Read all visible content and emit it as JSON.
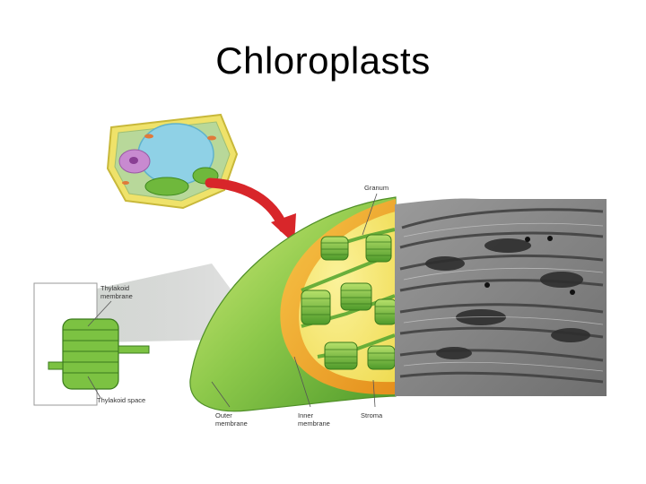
{
  "slide": {
    "title": "Chloroplasts"
  },
  "labels": {
    "granum": "Granum",
    "thylakoid_membrane_1": "Thylakoid",
    "thylakoid_membrane_2": "membrane",
    "thylakoid_space": "Thylakoid space",
    "outer_membrane_1": "Outer",
    "outer_membrane_2": "membrane",
    "inner_membrane_1": "Inner",
    "inner_membrane_2": "membrane",
    "stroma": "Stroma"
  },
  "colors": {
    "chloroplast_green": "#7cc242",
    "grana_green": "#5aa832",
    "inner_orange": "#f2a623",
    "stroma_yellow": "#f6e56a",
    "arrow_red": "#d8262a",
    "cell_wall_yellow": "#e8dc4a",
    "vacuole_blue": "#8fd1e6"
  }
}
